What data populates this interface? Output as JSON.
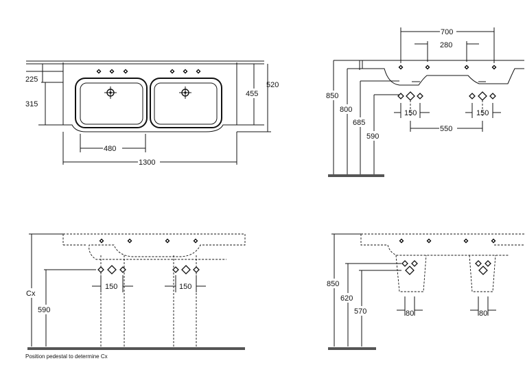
{
  "views": {
    "top": {
      "dim_225": "225",
      "dim_315": "315",
      "dim_455": "455",
      "dim_520": "520",
      "dim_480": "480",
      "dim_1300": "1300"
    },
    "side": {
      "dim_700": "700",
      "dim_280": "280",
      "dim_850": "850",
      "dim_800": "800",
      "dim_685": "685",
      "dim_590": "590",
      "dim_150a": "150",
      "dim_150b": "150",
      "dim_550": "550"
    },
    "front_pedestal": {
      "dim_cx": "Cx",
      "dim_590": "590",
      "dim_150a": "150",
      "dim_150b": "150",
      "note": "Position pedestal to determine Cx"
    },
    "front_semi": {
      "dim_850": "850",
      "dim_620": "620",
      "dim_570": "570",
      "dim_80a": "80",
      "dim_80b": "80"
    }
  }
}
